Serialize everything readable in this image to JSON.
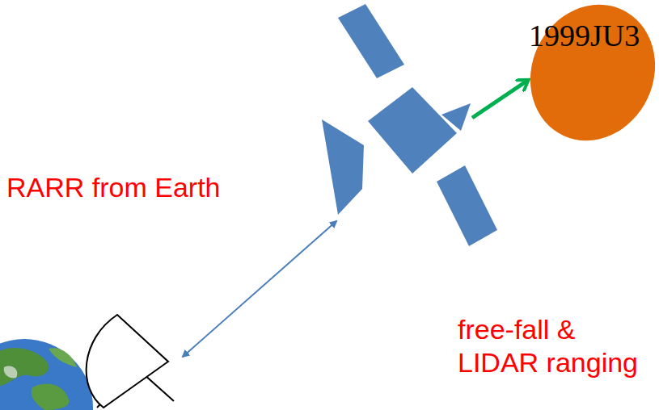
{
  "diagram": {
    "nodes": [
      {
        "text": [
          "1999JU3"
        ]
      }
    ],
    "labels": [
      "RARR from Earth",
      "free-fall & LIDAR ranging"
    ]
  }
}
